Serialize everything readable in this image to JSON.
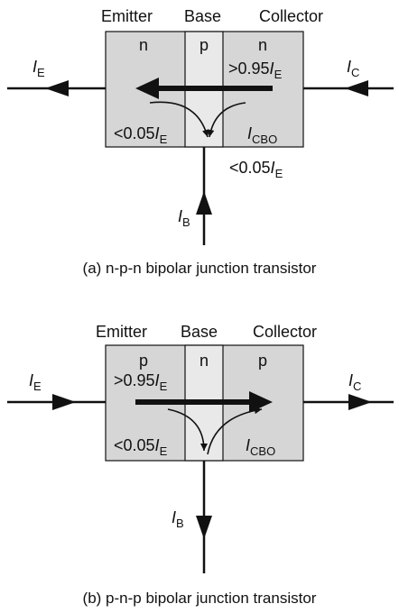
{
  "diagrams": [
    {
      "regions": {
        "emitter": "Emitter",
        "base": "Base",
        "collector": "Collector"
      },
      "doping": {
        "emitter": "n",
        "base": "p",
        "collector": "n"
      },
      "terminals": {
        "emitter": {
          "var": "I",
          "sub": "E"
        },
        "collector": {
          "var": "I",
          "sub": "C"
        },
        "base": {
          "var": "I",
          "sub": "B"
        }
      },
      "annotations": {
        "main_prefix": ">0.95",
        "main_var": "I",
        "main_sub": "E",
        "recomb_prefix": "<0.05",
        "recomb_var": "I",
        "recomb_sub": "E",
        "leak_var": "I",
        "leak_sub": "CBO",
        "base_prefix": "<0.05",
        "base_var": "I",
        "base_sub": "E"
      },
      "caption": "(a) n-p-n bipolar junction transistor"
    },
    {
      "regions": {
        "emitter": "Emitter",
        "base": "Base",
        "collector": "Collector"
      },
      "doping": {
        "emitter": "p",
        "base": "n",
        "collector": "p"
      },
      "terminals": {
        "emitter": {
          "var": "I",
          "sub": "E"
        },
        "collector": {
          "var": "I",
          "sub": "C"
        },
        "base": {
          "var": "I",
          "sub": "B"
        }
      },
      "annotations": {
        "main_prefix": ">0.95",
        "main_var": "I",
        "main_sub": "E",
        "recomb_prefix": "<0.05",
        "recomb_var": "I",
        "recomb_sub": "E",
        "leak_var": "I",
        "leak_sub": "CBO"
      },
      "caption": "(b) p-n-p bipolar junction transistor"
    }
  ],
  "colors": {
    "outer_region": "#d6d6d6",
    "base_region": "#e9e9e9",
    "ink": "#111111"
  }
}
